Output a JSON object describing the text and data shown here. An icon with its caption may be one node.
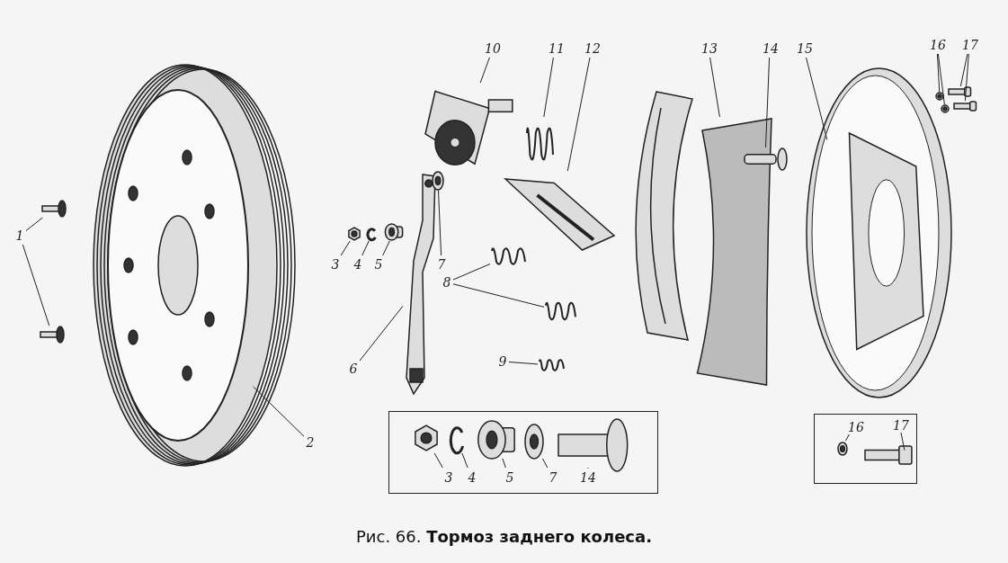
{
  "diagram": {
    "caption": "Рис. 66. **Тормоз заднего колеса.**",
    "nodes": [
      {
        "text": [
          "1"
        ]
      },
      {
        "text": [],
        "shape": "picture"
      },
      {
        "text": [],
        "shape": "picture"
      },
      {
        "text": [],
        "shape": "picture"
      },
      {
        "text": [
          "2"
        ]
      },
      {
        "text": [
          "3"
        ]
      },
      {
        "text": [],
        "shape": "picture"
      },
      {
        "text": [
          "4"
        ]
      },
      {
        "text": [],
        "shape": "picture"
      },
      {
        "text": [
          "5"
        ]
      },
      {
        "text": [],
        "shape": "picture"
      },
      {
        "text": [],
        "shape": "picture"
      },
      {
        "text": [
          "6"
        ]
      },
      {
        "text": [
          "7"
        ]
      },
      {
        "text": [],
        "shape": "picture"
      },
      {
        "text": [
          "8"
        ]
      },
      {
        "text": [],
        "shape": "picture"
      },
      {
        "text": [],
        "shape": "picture"
      },
      {
        "text": [
          "9"
        ]
      },
      {
        "text": [],
        "shape": "picture"
      },
      {
        "text": [
          "10"
        ]
      },
      {
        "text": [],
        "shape": "picture"
      },
      {
        "text": [
          "11"
        ]
      },
      {
        "text": [],
        "shape": "picture"
      },
      {
        "text": [
          "12"
        ]
      },
      {
        "text": [],
        "shape": "picture"
      },
      {
        "text": [
          "13"
        ]
      },
      {
        "text": [],
        "shape": "picture"
      },
      {
        "text": [
          "14"
        ]
      },
      {
        "text": [],
        "shape": "picture"
      },
      {
        "text": [
          "15"
        ]
      },
      {
        "text": [],
        "shape": "picture"
      },
      {
        "text": [
          "16"
        ]
      },
      {
        "text": [
          "17"
        ]
      },
      {
        "text": [],
        "shape": "picture"
      },
      {
        "text": [],
        "shape": "picture"
      },
      {
        "text": [],
        "shape": "picture"
      },
      {
        "text": [],
        "shape": "picture"
      },
      {
        "text": [],
        "shape": "box"
      },
      {
        "text": [],
        "shape": "picture",
        "in": 38
      },
      {
        "text": [],
        "shape": "picture",
        "in": 38
      },
      {
        "text": [],
        "shape": "picture",
        "in": 38
      },
      {
        "text": [],
        "shape": "picture",
        "in": 38
      },
      {
        "text": [],
        "shape": "picture",
        "in": 38
      },
      {
        "text": [
          "3"
        ],
        "in": 38
      },
      {
        "text": [
          "4"
        ],
        "in": 38
      },
      {
        "text": [
          "5"
        ],
        "in": 38
      },
      {
        "text": [
          "7"
        ],
        "in": 38
      },
      {
        "text": [
          "14"
        ],
        "in": 38
      },
      {
        "text": [],
        "shape": "box"
      },
      {
        "text": [],
        "shape": "picture",
        "in": 49
      },
      {
        "text": [],
        "shape": "picture",
        "in": 49
      },
      {
        "text": [
          "16"
        ],
        "in": 49
      },
      {
        "text": [
          "17"
        ],
        "in": 49
      }
    ],
    "edges": [
      {
        "from": 0,
        "to": 1,
        "arrow": "none"
      },
      {
        "from": 0,
        "to": 2,
        "arrow": "none"
      },
      {
        "from": 4,
        "to": 3,
        "arrow": "none"
      },
      {
        "from": 5,
        "to": 6,
        "arrow": "none"
      },
      {
        "from": 7,
        "to": 8,
        "arrow": "none"
      },
      {
        "from": 9,
        "to": 10,
        "arrow": "none"
      },
      {
        "from": 12,
        "to": 11,
        "arrow": "none"
      },
      {
        "from": 13,
        "to": 14,
        "arrow": "none"
      },
      {
        "from": 15,
        "to": 16,
        "arrow": "none"
      },
      {
        "from": 15,
        "to": 17,
        "arrow": "none"
      },
      {
        "from": 18,
        "to": 19,
        "arrow": "none"
      },
      {
        "from": 20,
        "to": 21,
        "arrow": "none"
      },
      {
        "from": 22,
        "to": 23,
        "arrow": "none"
      },
      {
        "from": 24,
        "to": 25,
        "arrow": "none"
      },
      {
        "from": 26,
        "to": 27,
        "arrow": "none"
      },
      {
        "from": 28,
        "to": 29,
        "arrow": "none"
      },
      {
        "from": 30,
        "to": 31,
        "arrow": "none"
      },
      {
        "from": 32,
        "to": 34,
        "arrow": "none"
      },
      {
        "from": 32,
        "to": 36,
        "arrow": "none"
      },
      {
        "from": 33,
        "to": 35,
        "arrow": "none"
      },
      {
        "from": 33,
        "to": 37,
        "arrow": "none"
      },
      {
        "from": 44,
        "to": 39,
        "arrow": "none"
      },
      {
        "from": 45,
        "to": 40,
        "arrow": "none"
      },
      {
        "from": 46,
        "to": 41,
        "arrow": "none"
      },
      {
        "from": 47,
        "to": 42,
        "arrow": "none"
      },
      {
        "from": 48,
        "to": 43,
        "arrow": "none"
      },
      {
        "from": 52,
        "to": 50,
        "arrow": "none"
      },
      {
        "from": 53,
        "to": 51,
        "arrow": "none"
      }
    ]
  }
}
